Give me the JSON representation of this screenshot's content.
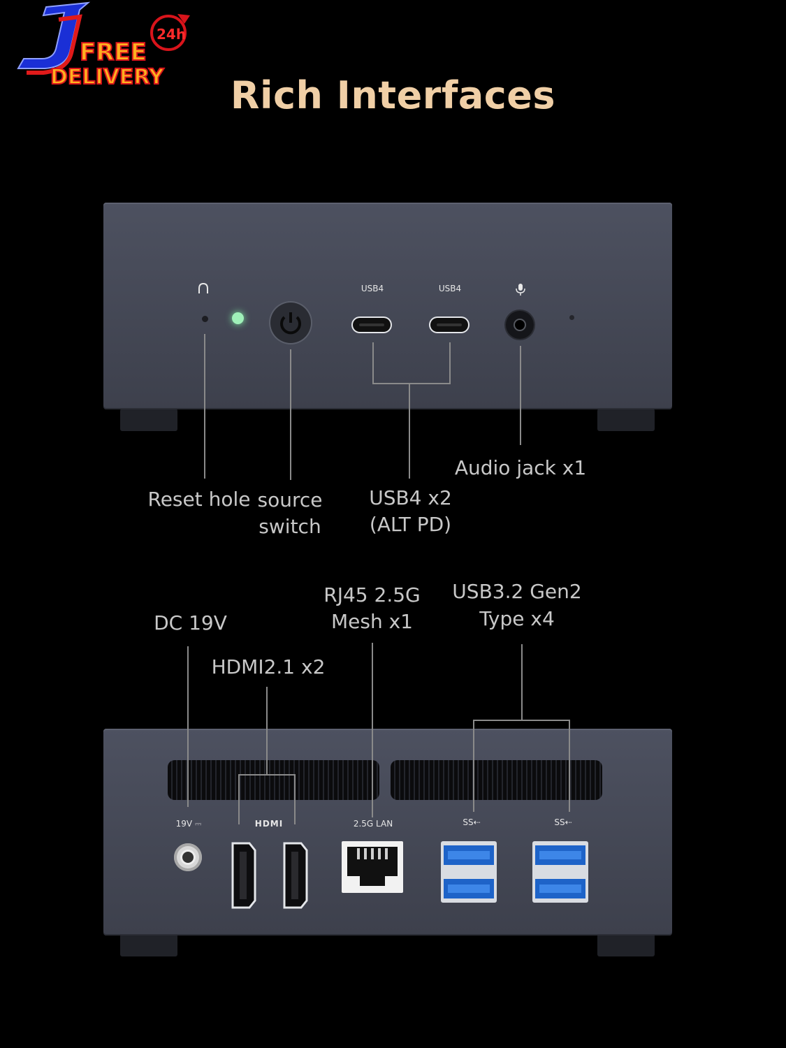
{
  "title": "Rich Interfaces",
  "logo": {
    "letter": "J",
    "free": "FREE",
    "delivery": "DELIVERY",
    "badge": "24h"
  },
  "front_panel": {
    "port_labels": {
      "usb4_a": "USB4",
      "usb4_b": "USB4"
    },
    "callouts": {
      "reset": "Reset hole",
      "source_line1": "source",
      "source_line2": "switch",
      "usb4_line1": "USB4 x2",
      "usb4_line2": "(ALT PD)",
      "audio": "Audio jack x1"
    },
    "colors": {
      "led": "#9ff0b8"
    }
  },
  "rear_panel": {
    "port_labels": {
      "dc": "19V ⎓",
      "hdmi": "HDMI",
      "lan": "2.5G LAN",
      "ss_a": "SS⇠",
      "ss_b": "SS⇠"
    },
    "callouts": {
      "dc": "DC 19V",
      "hdmi": "HDMI2.1 x2",
      "rj45_line1": "RJ45 2.5G",
      "rj45_line2": "Mesh x1",
      "usb32_line1": "USB3.2 Gen2",
      "usb32_line2": "Type x4"
    },
    "colors": {
      "usb_blue": "#1e63c8"
    }
  }
}
